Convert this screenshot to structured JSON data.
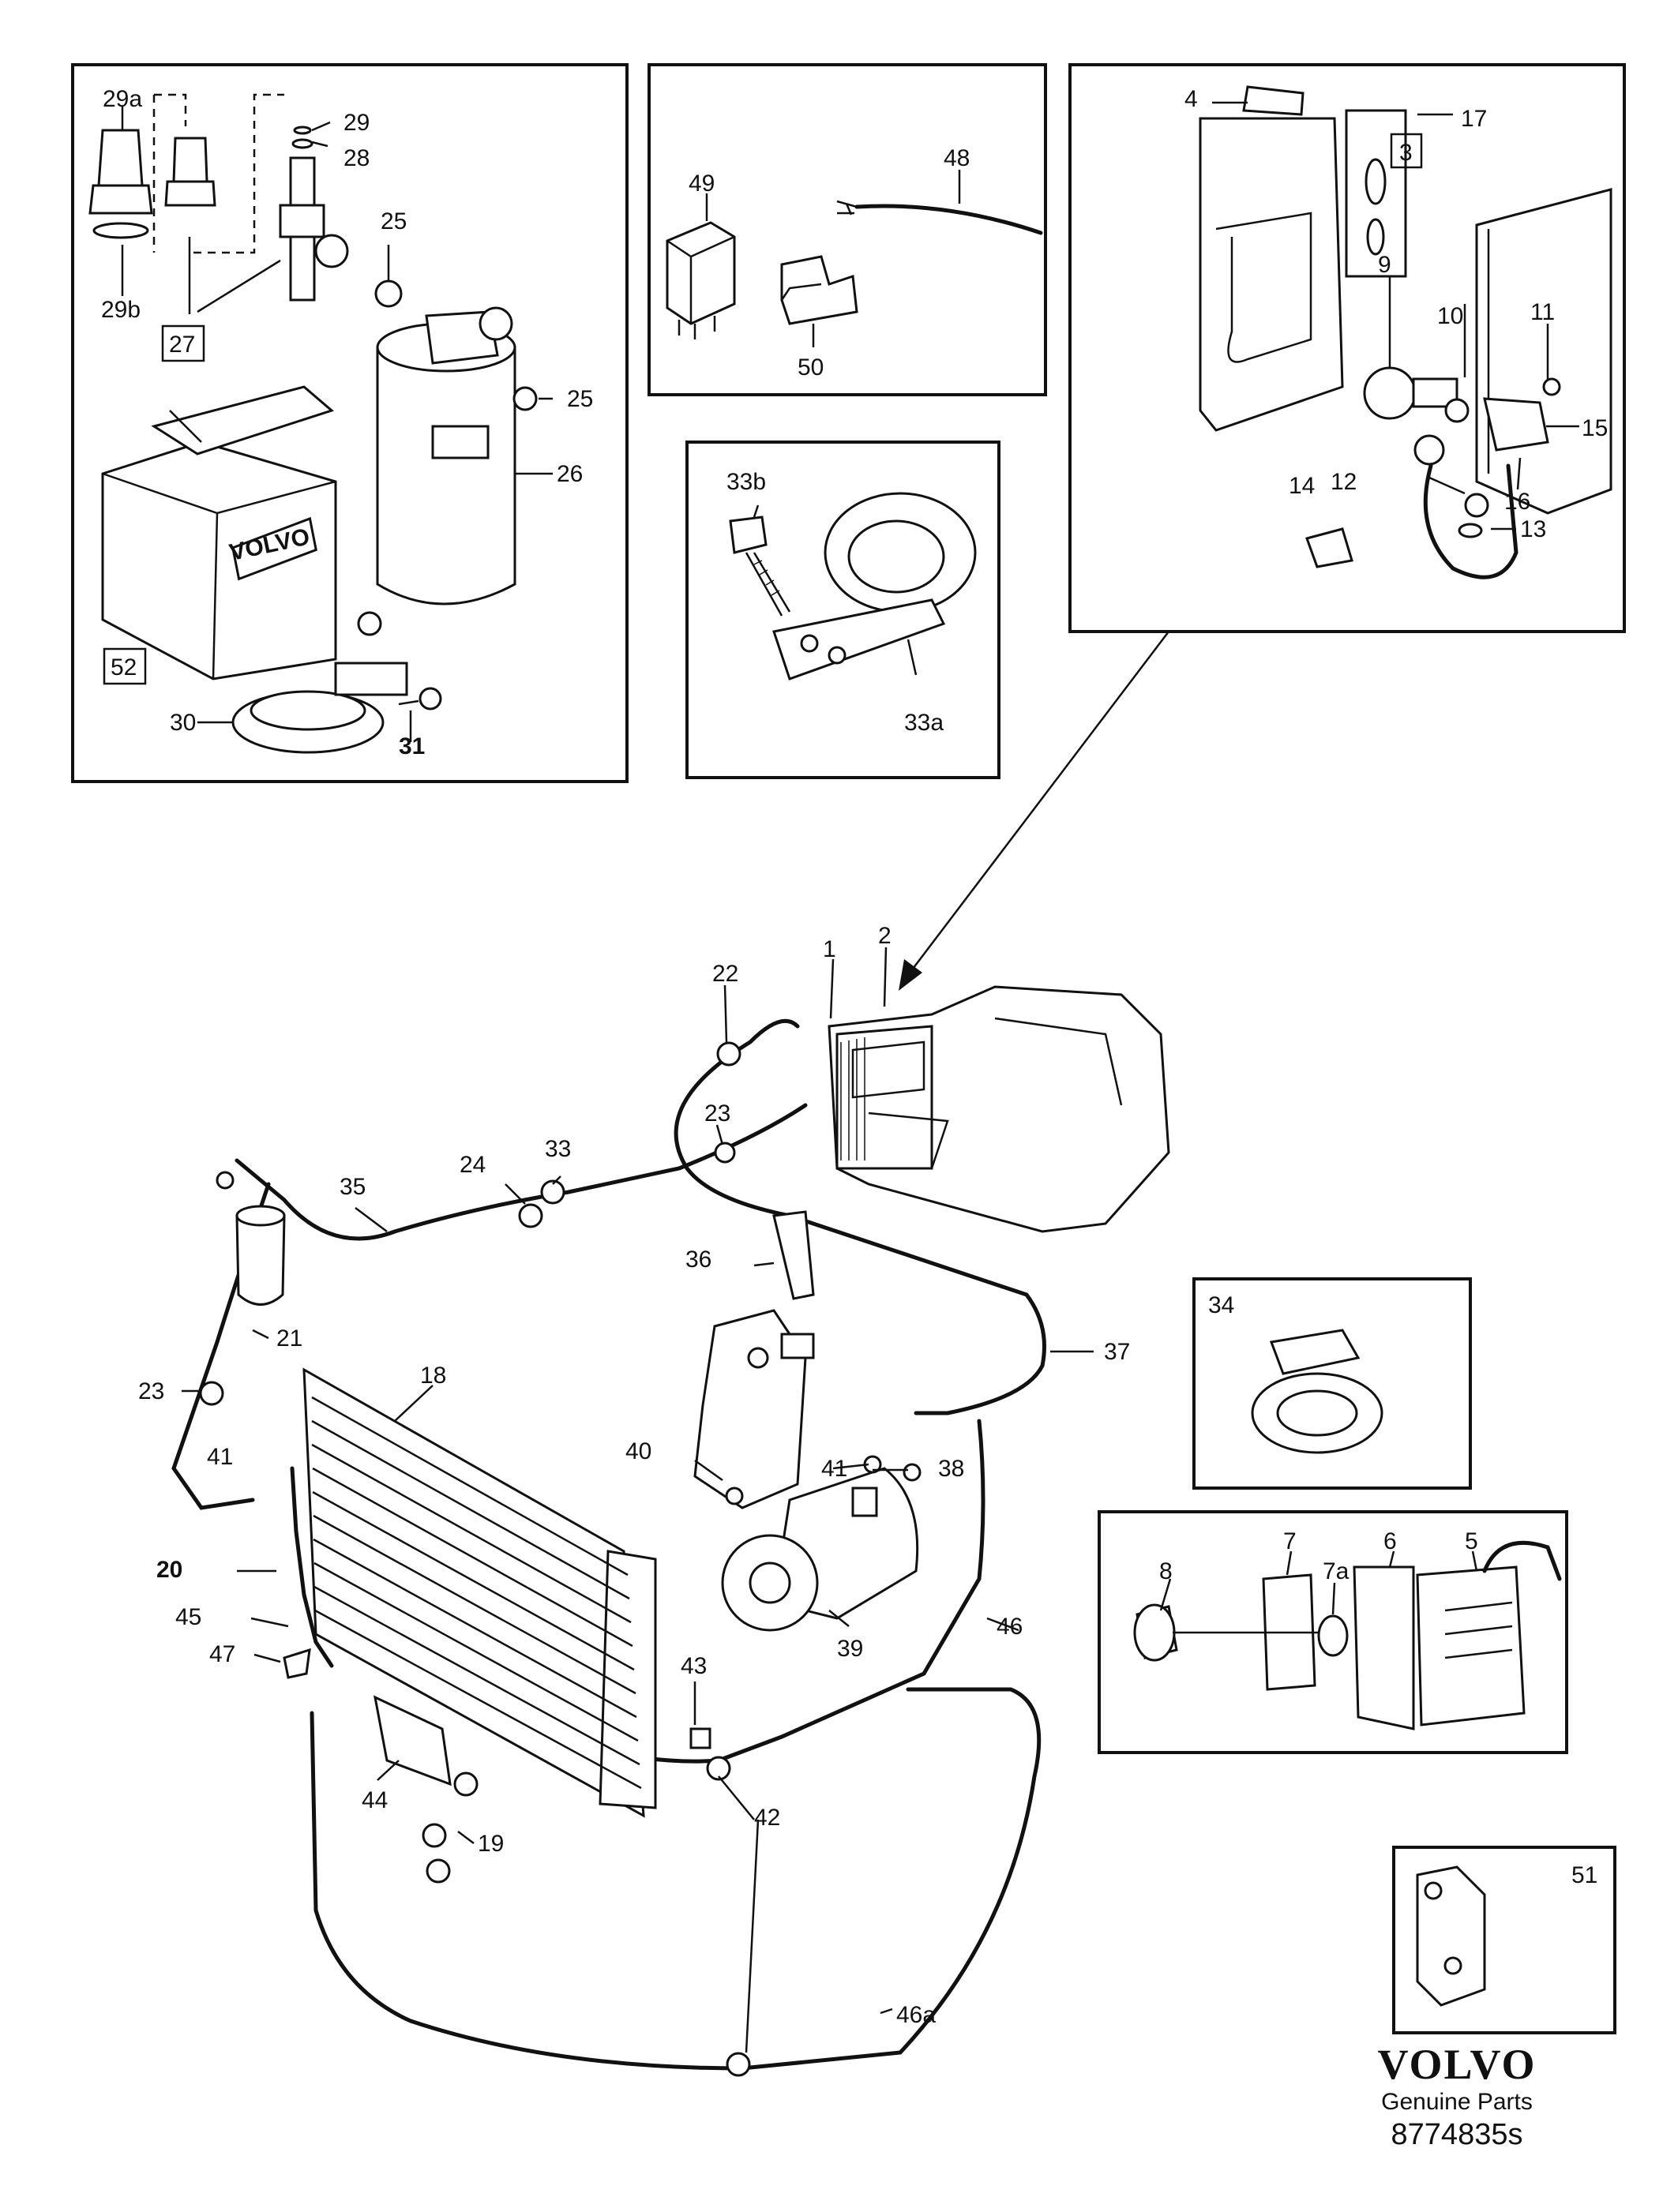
{
  "callouts": {
    "c1": "1",
    "c2": "2",
    "c3": "3",
    "c4": "4",
    "c5": "5",
    "c6": "6",
    "c7": "7",
    "c7a": "7a",
    "c8": "8",
    "c9": "9",
    "c10": "10",
    "c11": "11",
    "c12": "12",
    "c13": "13",
    "c14": "14",
    "c15": "15",
    "c16": "16",
    "c17": "17",
    "c18": "18",
    "c19": "19",
    "c20": "20",
    "c21": "21",
    "c22": "22",
    "c23a": "23",
    "c23b": "23",
    "c24": "24",
    "c25a": "25",
    "c25b": "25",
    "c26": "26",
    "c27": "27",
    "c28": "28",
    "c29": "29",
    "c29a": "29a",
    "c29b": "29b",
    "c30": "30",
    "c31": "31",
    "c33": "33",
    "c33a": "33a",
    "c33b": "33b",
    "c34": "34",
    "c35": "35",
    "c36": "36",
    "c37": "37",
    "c38": "38",
    "c39": "39",
    "c40": "40",
    "c41a": "41",
    "c41b": "41",
    "c42": "42",
    "c43": "43",
    "c44": "44",
    "c45": "45",
    "c46": "46",
    "c46a": "46a",
    "c47": "47",
    "c48": "48",
    "c49": "49",
    "c50": "50",
    "c51": "51",
    "c52": "52"
  },
  "box_text": {
    "volvo_box": "VOLVO"
  },
  "footer": {
    "brand": "VOLVO",
    "tagline": "Genuine Parts",
    "part_number": "8774835s"
  }
}
